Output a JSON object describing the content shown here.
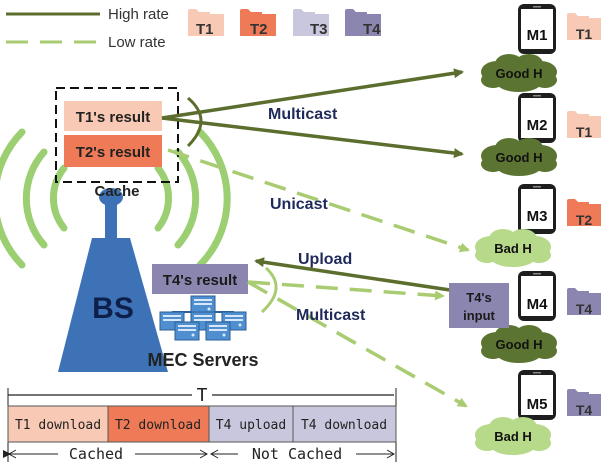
{
  "legend": {
    "high_rate": "High rate",
    "low_rate": "Low rate",
    "tasks": [
      "T1",
      "T2",
      "T3",
      "T4"
    ]
  },
  "colors": {
    "t1": "#f8c9b4",
    "t2": "#ee7a58",
    "t3": "#c9c7dd",
    "t4": "#8b86b0",
    "high_rate_line": "#5b6e2d",
    "low_rate_line": "#a9cc72",
    "cloud_good": "#5c7431",
    "cloud_bad": "#b6d98a",
    "bs_blue": "#3d73b6",
    "signal_green": "#9bcf72"
  },
  "cache": {
    "t1_result": "T1's result",
    "t2_result": "T2's result",
    "label": "Cache"
  },
  "bs": {
    "label": "BS"
  },
  "mec": {
    "result": "T4's result",
    "label": "MEC Servers"
  },
  "links": {
    "multicast_top": "Multicast",
    "unicast": "Unicast",
    "upload": "Upload",
    "multicast_bottom": "Multicast"
  },
  "devices": [
    {
      "name": "M1",
      "task": "T1",
      "channel": "Good H"
    },
    {
      "name": "M2",
      "task": "T1",
      "channel": "Good H"
    },
    {
      "name": "M3",
      "task": "T2",
      "channel": "Bad H"
    },
    {
      "name": "M4",
      "task": "T4",
      "channel": "Good H"
    },
    {
      "name": "M5",
      "task": "T4",
      "channel": "Bad H"
    }
  ],
  "t4_input": [
    "T4's",
    "input"
  ],
  "timeline": {
    "t_label": "T",
    "segments": [
      "T1 download",
      "T2 download",
      "T4 upload",
      "T4 download"
    ],
    "cached": "Cached",
    "not_cached": "Not Cached"
  }
}
